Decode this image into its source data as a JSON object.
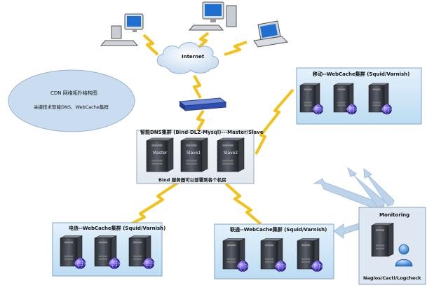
{
  "internet": "Internet",
  "note": {
    "title": "CDN 网络拓扑结构图",
    "subtitle": "关键技术智能DNS、WebCache集群"
  },
  "dns": {
    "title": "智能DNS集群 (Bind-DLZ-Mysql)---Master/Slave",
    "servers": [
      "Master",
      "Slave1",
      "Slave2"
    ],
    "footer": "Bind  服务器可以部署到各个机房"
  },
  "mobile_cluster": "移动--WebCache集群 (Squid/Varnish)",
  "telecom_cluster": "电信--WebCache集群 (Squid/Varnish)",
  "unicom_cluster": "联通--WebCache集群 (Squid/Varnish)",
  "monitoring": {
    "title": "Monitoring",
    "tools": "Nagios/Cacti/Logcheck"
  },
  "colors": {
    "cluster_fill": "#cfe6f7",
    "lightning": "#f2c21b",
    "monitor_arrow": "#bcd3ea",
    "note_fill": "#c9dcf0"
  }
}
